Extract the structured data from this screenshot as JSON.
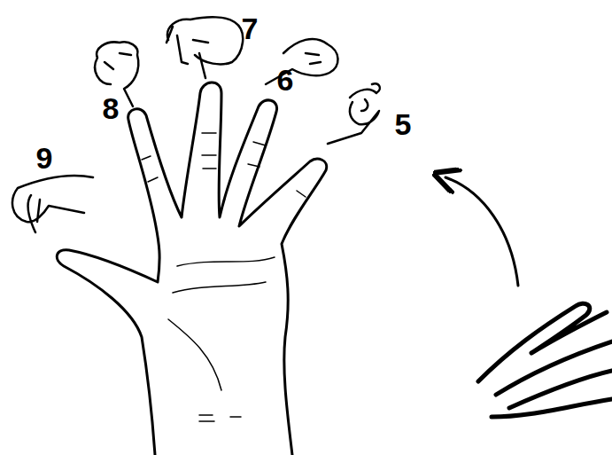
{
  "diagram": {
    "labels": [
      "9",
      "8",
      "7",
      "6",
      "5"
    ]
  }
}
